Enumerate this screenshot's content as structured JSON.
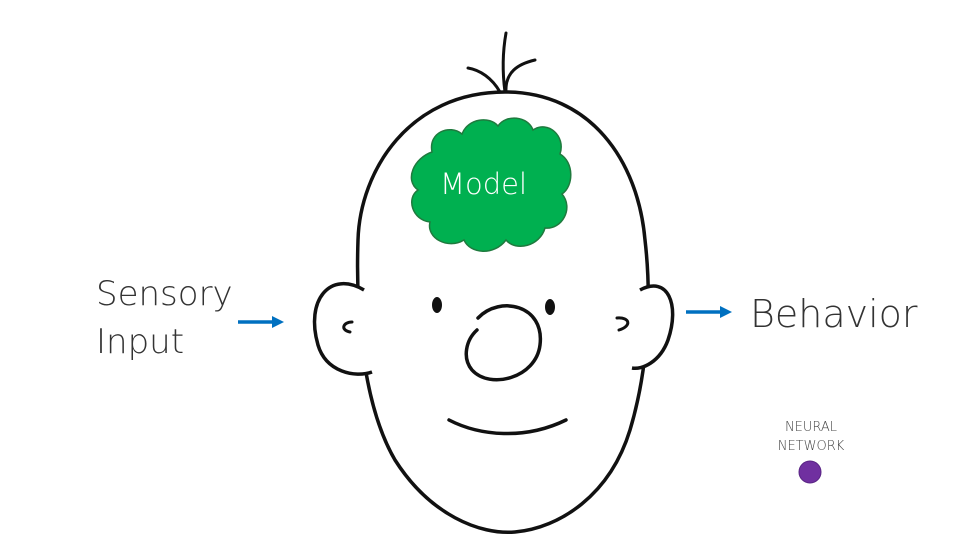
{
  "labels": {
    "sensory_line1": "Sensory",
    "sensory_line2": "Input",
    "behavior": "Behavior",
    "model": "Model",
    "neural_line1": "NEURAL",
    "neural_line2": "NETWORK"
  },
  "colors": {
    "model_cloud": "#00b050",
    "model_cloud_outline": "#1f7a3e",
    "arrow": "#0070c0",
    "neural_dot": "#7030a0",
    "outline": "#111111",
    "text": "#333333"
  },
  "icons": {
    "head": "cartoon-head-icon",
    "cloud": "cloud-icon",
    "arrow": "right-arrow-icon",
    "dot": "purple-dot-icon"
  }
}
